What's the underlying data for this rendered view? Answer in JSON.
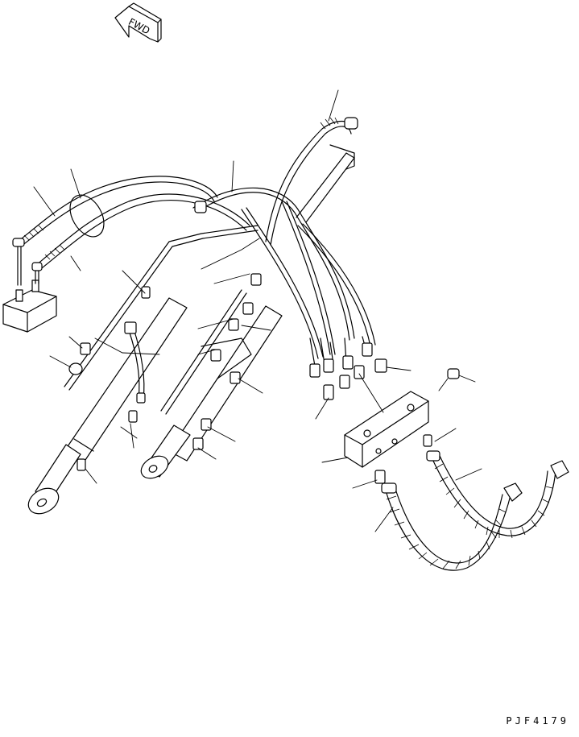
{
  "fwd_label": "FWD",
  "drawing_code": "PJF4179",
  "leader_count": 27
}
